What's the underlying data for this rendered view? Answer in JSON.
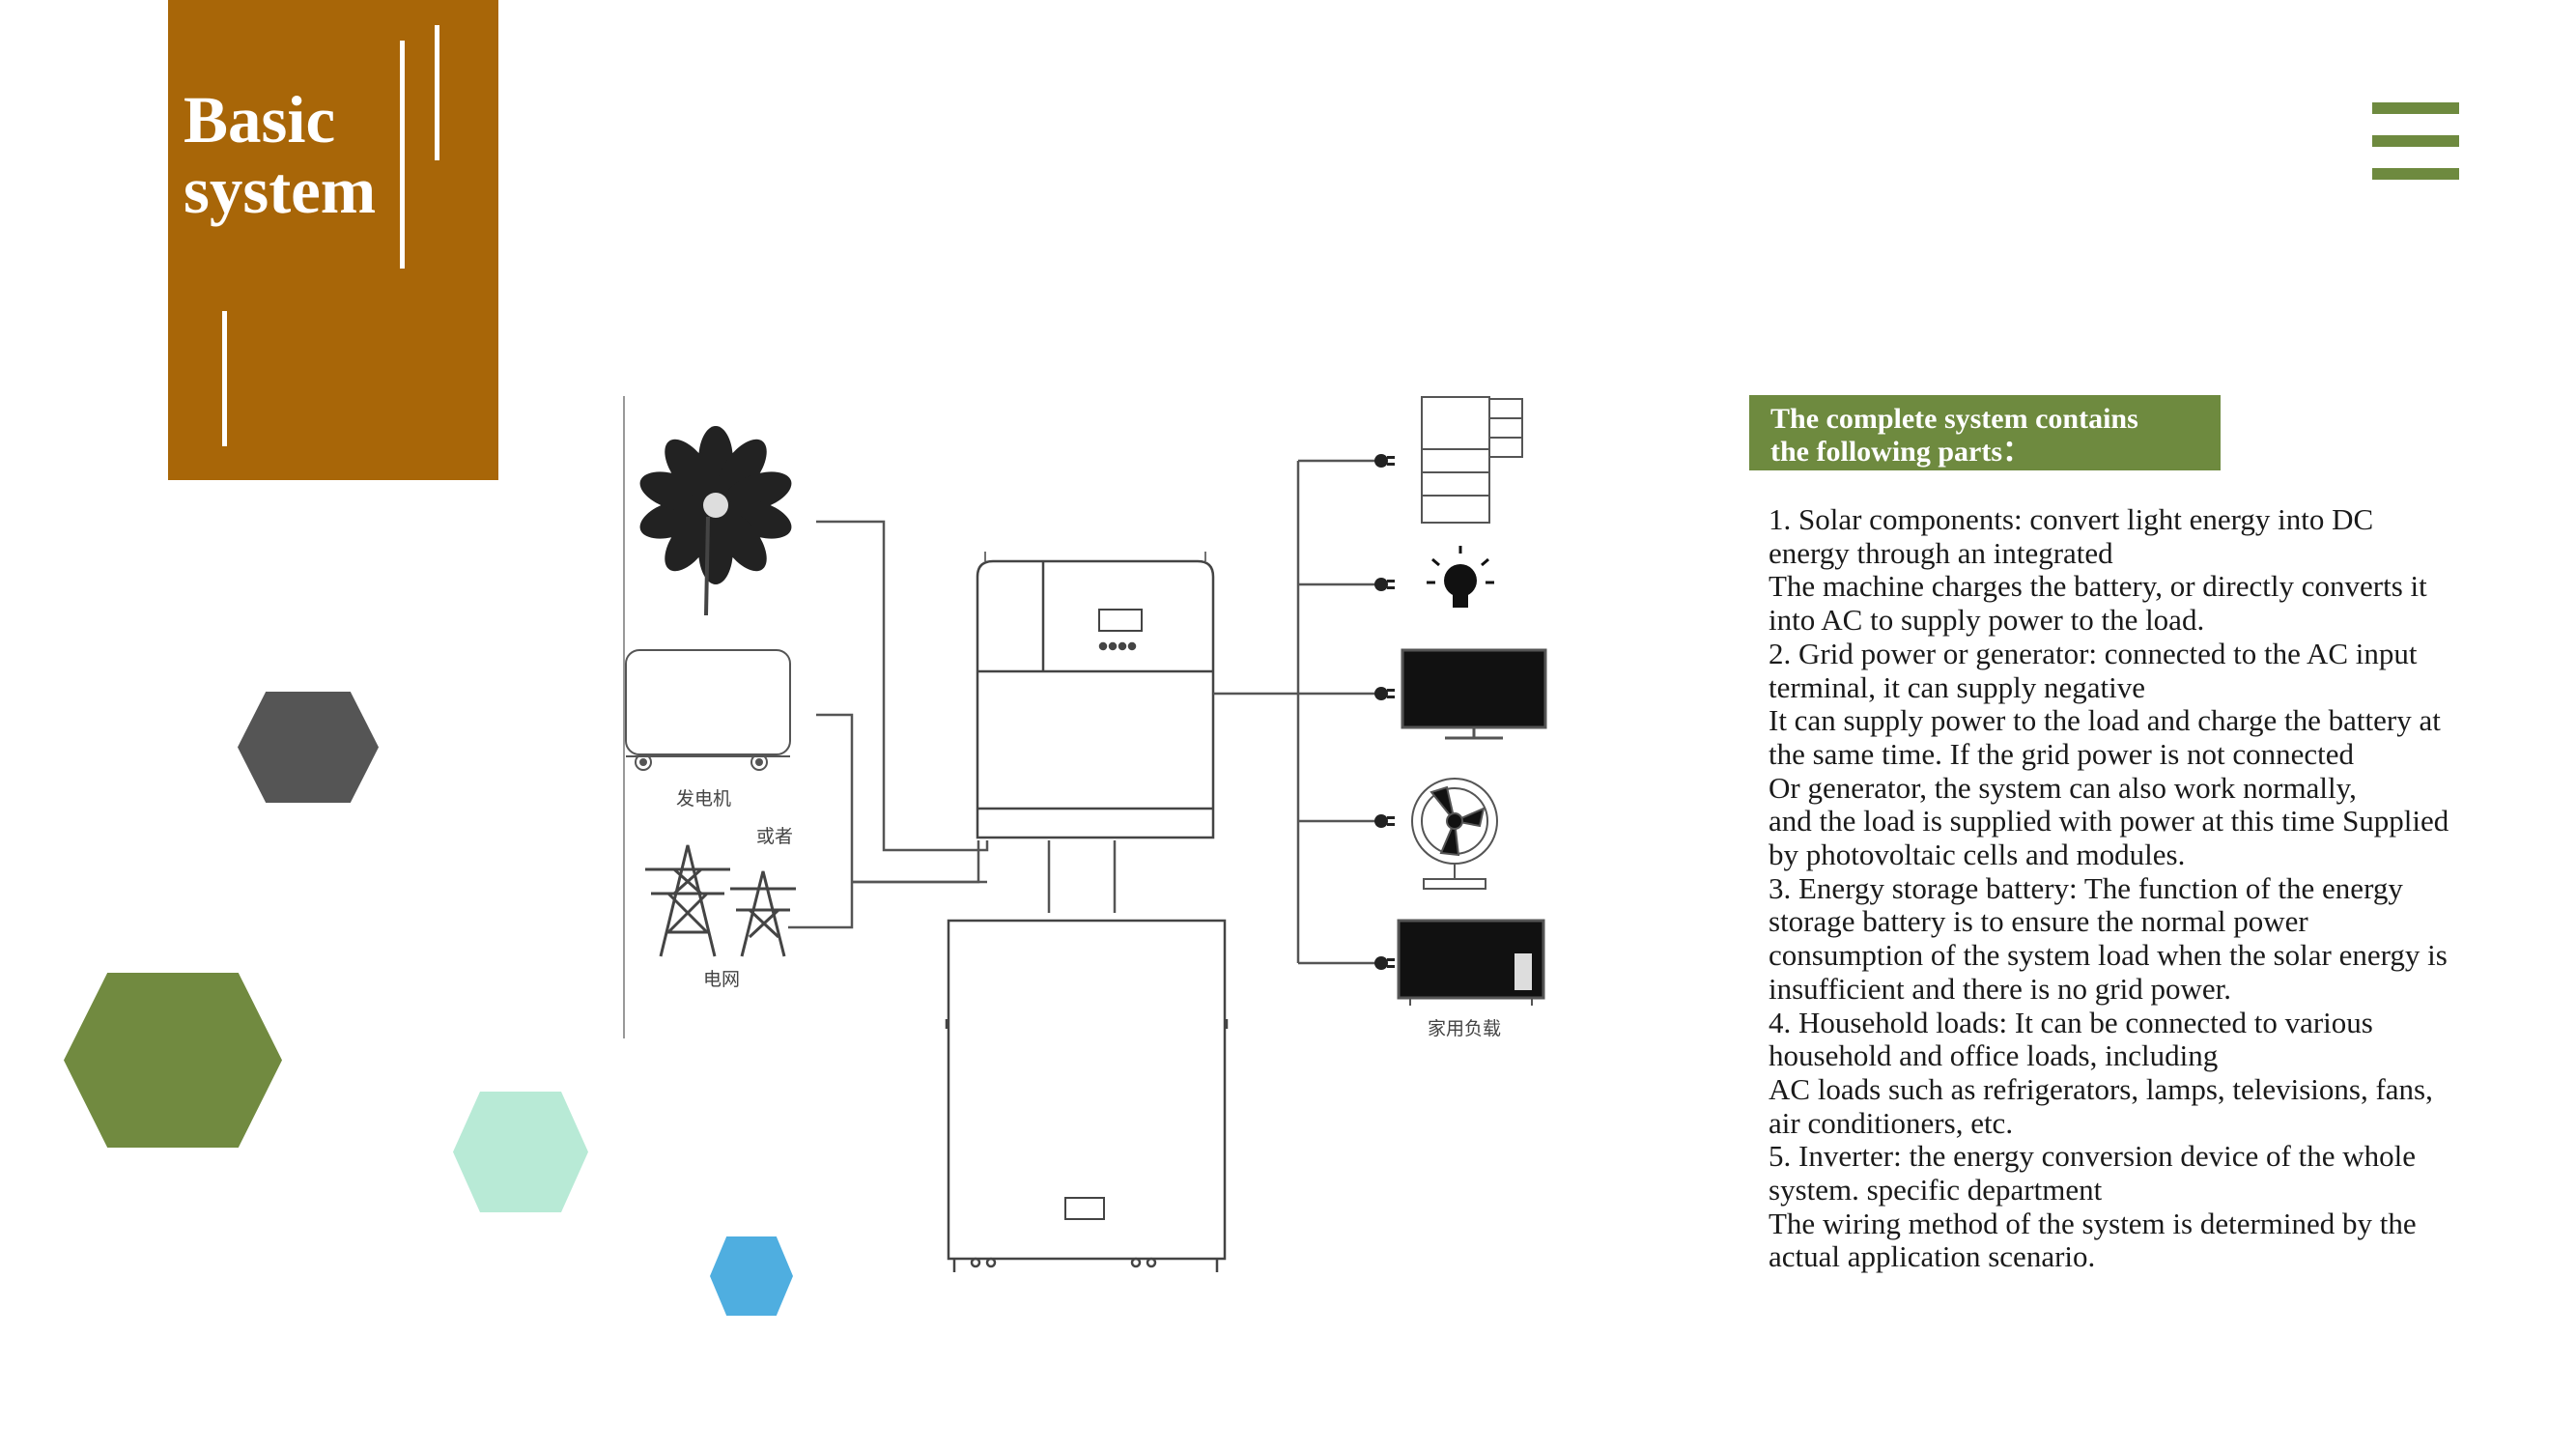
{
  "slide": {
    "title_line1": "Basic",
    "title_line2": "system",
    "accent_colors": {
      "title_block": "#a86608",
      "green": "#6e8a3f",
      "menu": "#6e8a3f"
    },
    "menu_icon": "hamburger-menu-icon"
  },
  "hexagons": [
    {
      "color": "#555555"
    },
    {
      "color": "#718a40"
    },
    {
      "color": "#b8ead6"
    },
    {
      "color": "#4faee0"
    }
  ],
  "diagram": {
    "label_generator": "发电机",
    "label_or": "或者",
    "label_grid": "电网",
    "label_household_load": "家用负载",
    "components": [
      "solar-flower-icon",
      "generator-icon",
      "power-tower-icon",
      "inverter-icon",
      "battery-icon",
      "refrigerator-icon",
      "light-bulb-icon",
      "television-icon",
      "fan-icon",
      "microwave-icon"
    ]
  },
  "parts": {
    "header_line1": "The complete system contains",
    "header_line2": "the following parts：",
    "lines": [
      " 1. Solar components: convert light energy into DC",
      "energy through an integrated",
      " The machine charges the battery, or directly converts it",
      "into AC to supply power to the load.",
      " 2. Grid power or generator: connected to the AC input",
      "terminal, it can supply negative",
      " It can supply power to the load and charge the battery at",
      "the same time. If the grid power is not connected",
      " Or generator, the system can also work normally,",
      " and the load is supplied with power at this time Supplied",
      "by photovoltaic cells and modules.",
      " 3. Energy storage battery: The function of the energy",
      "storage battery is to ensure the normal power",
      "consumption of the system load when the solar energy is",
      "insufficient and there is no grid power.",
      " 4. Household loads: It can be connected to various",
      "household and office loads, including",
      " AC loads such as refrigerators, lamps, televisions, fans,",
      "air conditioners, etc.",
      " 5. Inverter: the energy conversion device of the whole",
      "system. specific department",
      " The wiring method of the system is determined by the",
      "actual application scenario."
    ]
  }
}
